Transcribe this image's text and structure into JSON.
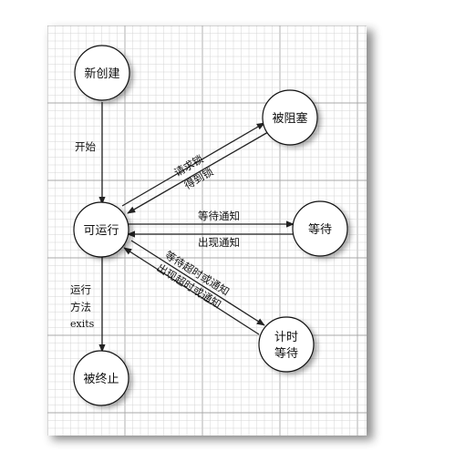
{
  "states": {
    "new": "新创建",
    "runnable": "可运行",
    "blocked": "被阻塞",
    "waiting": "等待",
    "timed_waiting_line1": "计时",
    "timed_waiting_line2": "等待",
    "terminated": "被终止"
  },
  "transitions": {
    "start": "开始",
    "request_lock": "请求锁",
    "get_lock": "得到锁",
    "wait_notify": "等待通知",
    "notify": "出现通知",
    "wait_timeout_or_notify": "等待超时或通知",
    "timeout_or_notify": "出现超时或通知",
    "run_method_line1": "运行",
    "run_method_line2": "方法",
    "run_method_line3": "exits"
  },
  "colors": {
    "grid_minor": "#d4d4d4",
    "grid_major": "#a8a8a8",
    "node_fill": "#ffffff",
    "node_stroke": "#111111",
    "edge": "#222222",
    "paper": "#ffffff",
    "shadow": "#333333"
  }
}
